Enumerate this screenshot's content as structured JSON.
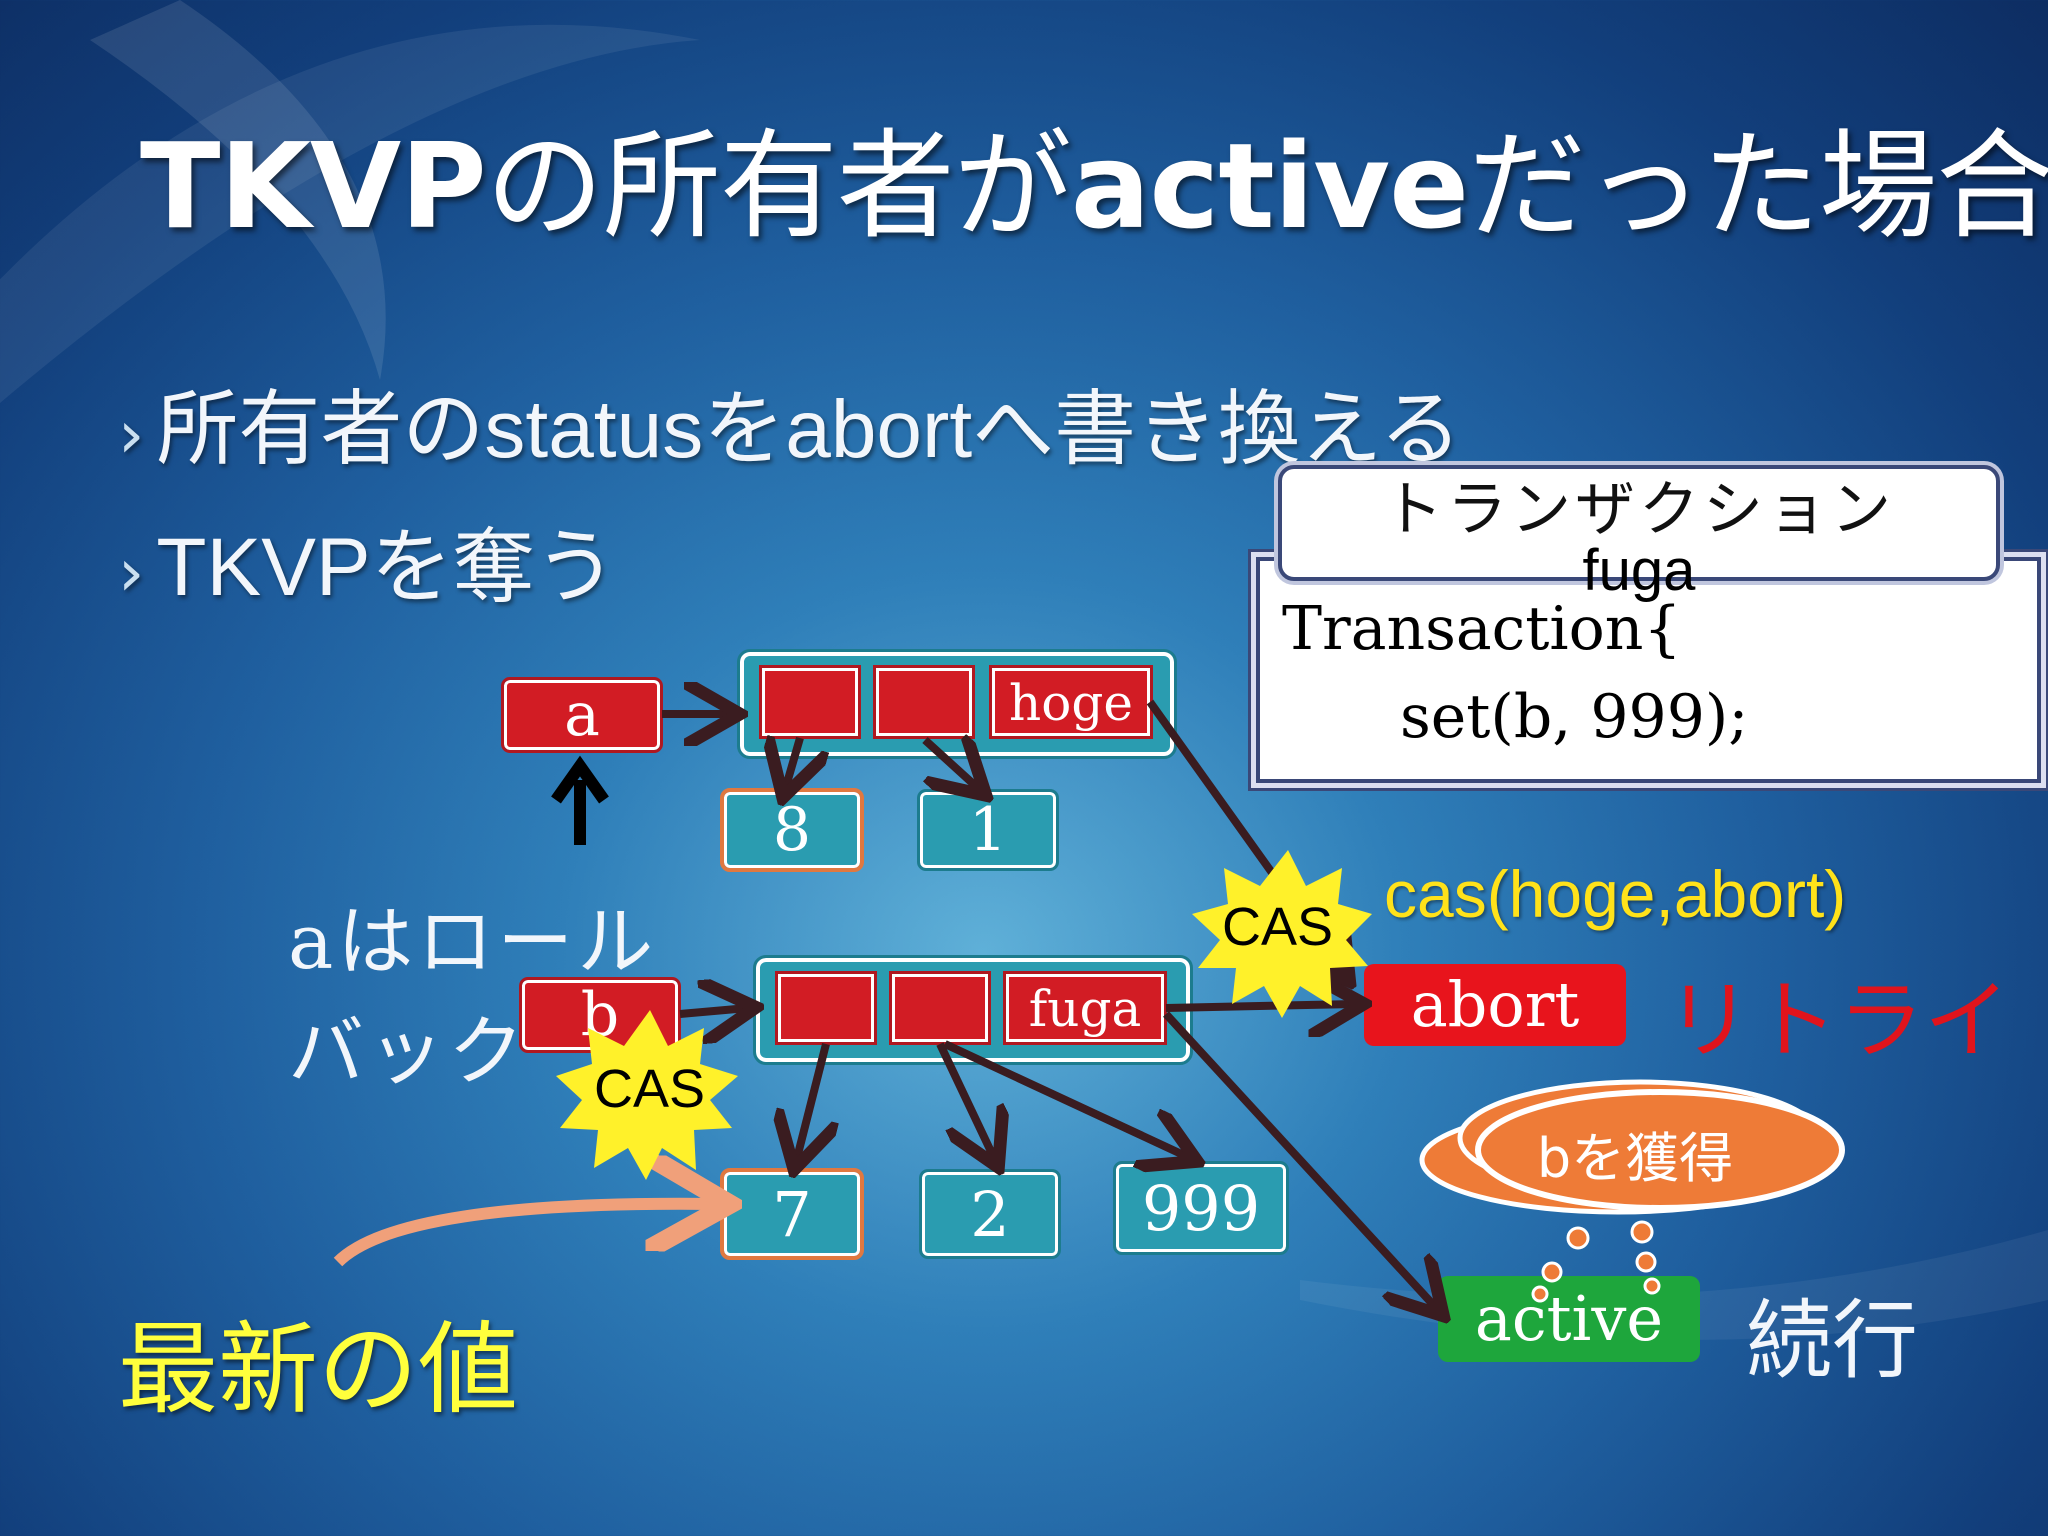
{
  "slide": {
    "title_prefix": "TKVP",
    "title_mid": "の所有者が",
    "title_active": "active",
    "title_suffix": "だった場合",
    "bullets": [
      {
        "pre": "所有者の",
        "lat": "status",
        "mid": "を",
        "lat2": "abort",
        "post": "へ書き換える"
      },
      {
        "pre": "",
        "lat": "TKVP",
        "mid": "を奪う",
        "lat2": "",
        "post": ""
      }
    ],
    "bullet_mark": "›"
  },
  "transaction": {
    "header_jp": "トランザクション",
    "header_name": "fuga",
    "code_line1": "Transaction{",
    "code_line2": "set(b, 999);"
  },
  "diagram": {
    "node_a": "a",
    "node_b": "b",
    "owner_hoge": "hoge",
    "owner_fuga": "fuga",
    "values_a": [
      "8",
      "1"
    ],
    "values_b": [
      "7",
      "2",
      "999"
    ],
    "rollback_line1": "aはロール",
    "rollback_line2": "バック",
    "cas_label": "CAS",
    "cas_call": "cas(hoge,abort)",
    "status_abort": "abort",
    "retry": "リトライ",
    "acquire": "bを獲得",
    "status_active": "active",
    "continue": "続行",
    "latest_value": "最新の値"
  },
  "colors": {
    "red_box": "#d21c24",
    "teal_box": "#2a9cb0",
    "cas_burst": "#fff12a",
    "cas_call_text": "#ffe21a",
    "retry_text": "#e0141c",
    "active_green": "#1ea63c",
    "cloud_orange": "#ee7b37",
    "latest_yellow": "#ffff3c",
    "arrow_dark": "#3a1c20",
    "arrow_salmon": "#f0a07a"
  }
}
